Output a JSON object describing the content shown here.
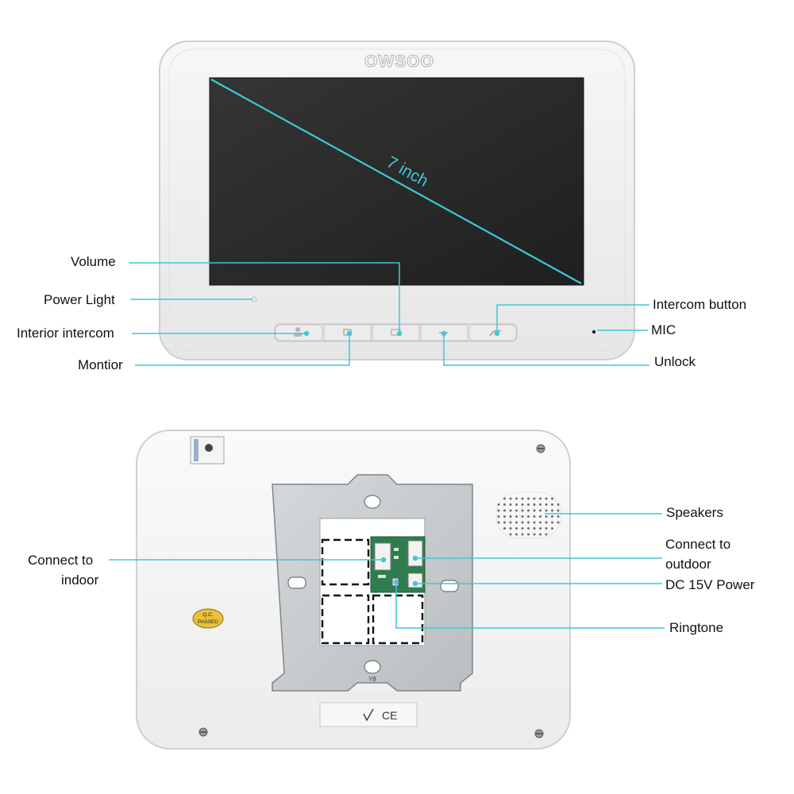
{
  "front": {
    "brand": "OWSOO",
    "screen_size": "7 inch",
    "labels": {
      "volume": "Volume",
      "power_light": "Power Light",
      "interior_intercom": "Interior intercom",
      "monitor": "Montior",
      "intercom_button": "Intercom button",
      "mic": "MIC",
      "unlock": "Unlock"
    }
  },
  "back": {
    "labels": {
      "speakers": "Speakers",
      "connect_indoor_1": "Connect to",
      "connect_indoor_2": "indoor",
      "connect_outdoor_1": "Connect to",
      "connect_outdoor_2": "outdoor",
      "dc_power": "DC 15V Power",
      "ringtone": "Ringtone"
    },
    "qc_sticker": [
      "Q.C.",
      "PASSED"
    ],
    "plate_code": "Y8",
    "cert_marks": "CE"
  },
  "colors": {
    "callout": "#3ec9d6",
    "device_body": "#f1f1f1",
    "screen": "#2b2b2b",
    "plate": "#c9cdd0"
  }
}
